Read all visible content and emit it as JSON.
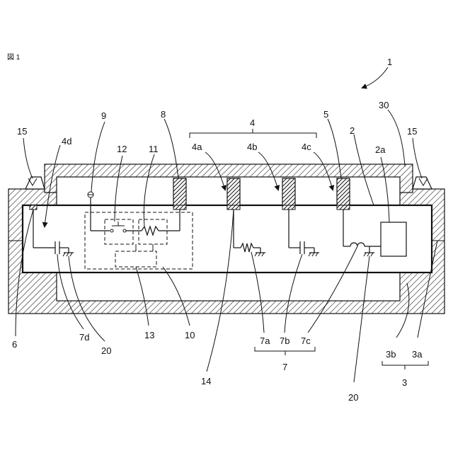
{
  "figure_label": "図 1",
  "labels": {
    "l1": "1",
    "l2": "2",
    "l2a": "2a",
    "l3": "3",
    "l3a": "3a",
    "l3b": "3b",
    "l4": "4",
    "l4a": "4a",
    "l4b": "4b",
    "l4c": "4c",
    "l4d": "4d",
    "l5": "5",
    "l6": "6",
    "l7": "7",
    "l7a": "7a",
    "l7b": "7b",
    "l7c": "7c",
    "l7d": "7d",
    "l8": "8",
    "l9": "9",
    "l10": "10",
    "l11": "11",
    "l12": "12",
    "l13": "13",
    "l14": "14",
    "l15a": "15",
    "l15b": "15",
    "l20a": "20",
    "l20b": "20",
    "l30": "30"
  }
}
